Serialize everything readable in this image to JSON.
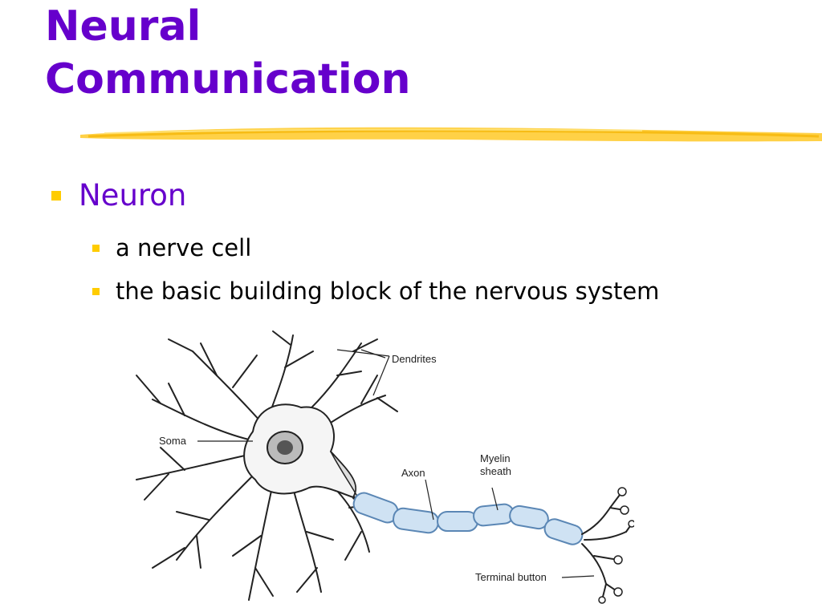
{
  "slide": {
    "title_line1": "Neural",
    "title_line2": "Communication",
    "bullet_main": "Neuron",
    "sub_bullets": [
      "a nerve cell",
      "the basic building block of the nervous system"
    ]
  },
  "figure": {
    "labels": {
      "dendrites": "Dendrites",
      "soma": "Soma",
      "axon": "Axon",
      "myelin_line1": "Myelin",
      "myelin_line2": "sheath",
      "terminal": "Terminal button"
    }
  },
  "colors": {
    "title": "#6600cc",
    "bullet": "#ffcc00",
    "highlight": "#ffcc33",
    "myelin": "#6fa8dc"
  }
}
